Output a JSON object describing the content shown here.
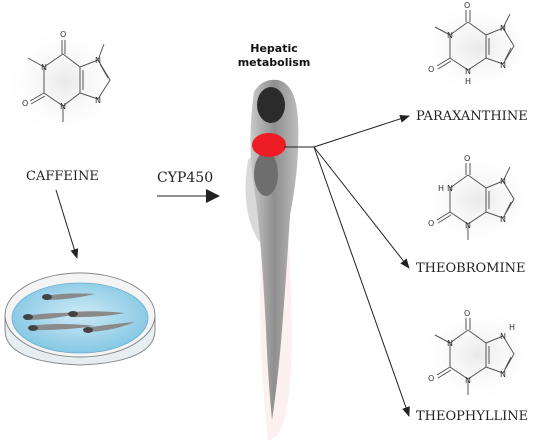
{
  "labels": {
    "caffeine": "CAFFEINE",
    "enzyme": "CYP450",
    "hepatic_line1": "Hepatic",
    "hepatic_line2": "metabolism",
    "paraxanthine": "PARAXANTHINE",
    "theobromine": "THEOBROMINE",
    "theophylline": "THEOPHYLLINE"
  },
  "atoms": {
    "O": "O",
    "N": "N",
    "H": "H",
    "methyl": "—"
  },
  "colors": {
    "liver_spot": "#ee1c25",
    "fish_body": "#9a9a9a",
    "fish_dark": "#333333",
    "dish_water": "#9fd3ea",
    "glow": "#f1f1f1"
  }
}
